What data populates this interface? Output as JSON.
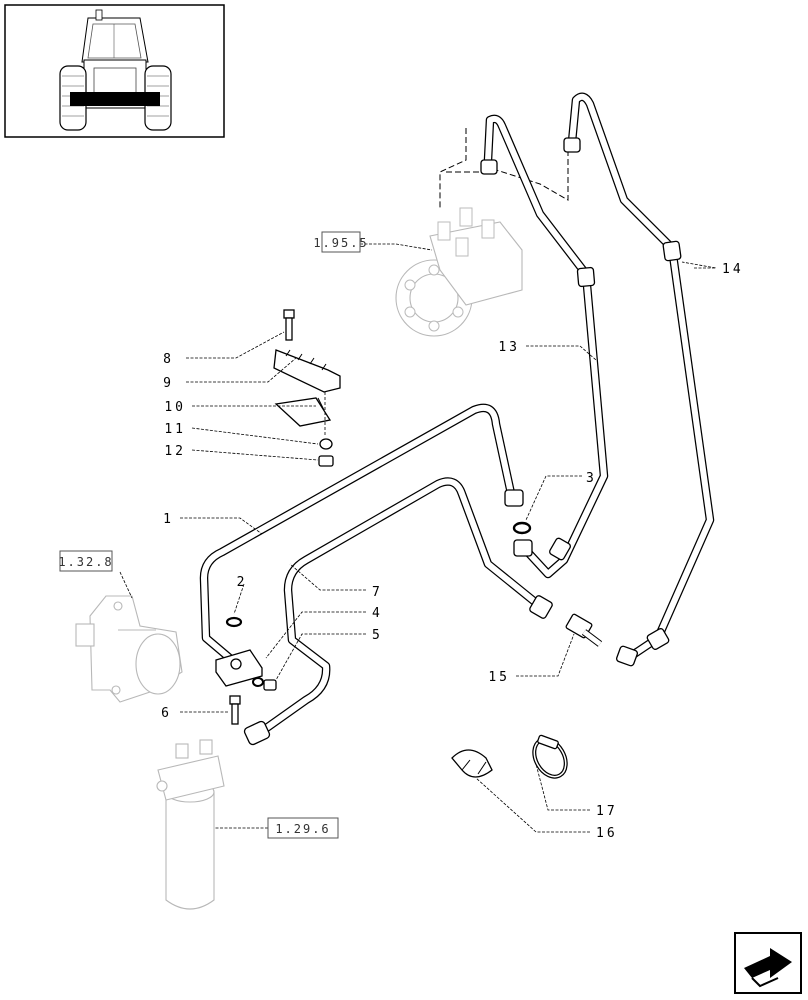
{
  "diagram": {
    "callouts": [
      "1",
      "2",
      "3",
      "4",
      "5",
      "6",
      "7",
      "8",
      "9",
      "10",
      "11",
      "12",
      "13",
      "14",
      "15",
      "16",
      "17"
    ],
    "references": [
      "1.95.5",
      "1.32.8",
      "1.29.6"
    ]
  },
  "icons": {
    "thumbnail": "tractor-front-view-thumbnail",
    "nav": "next-page-arrow-icon"
  }
}
